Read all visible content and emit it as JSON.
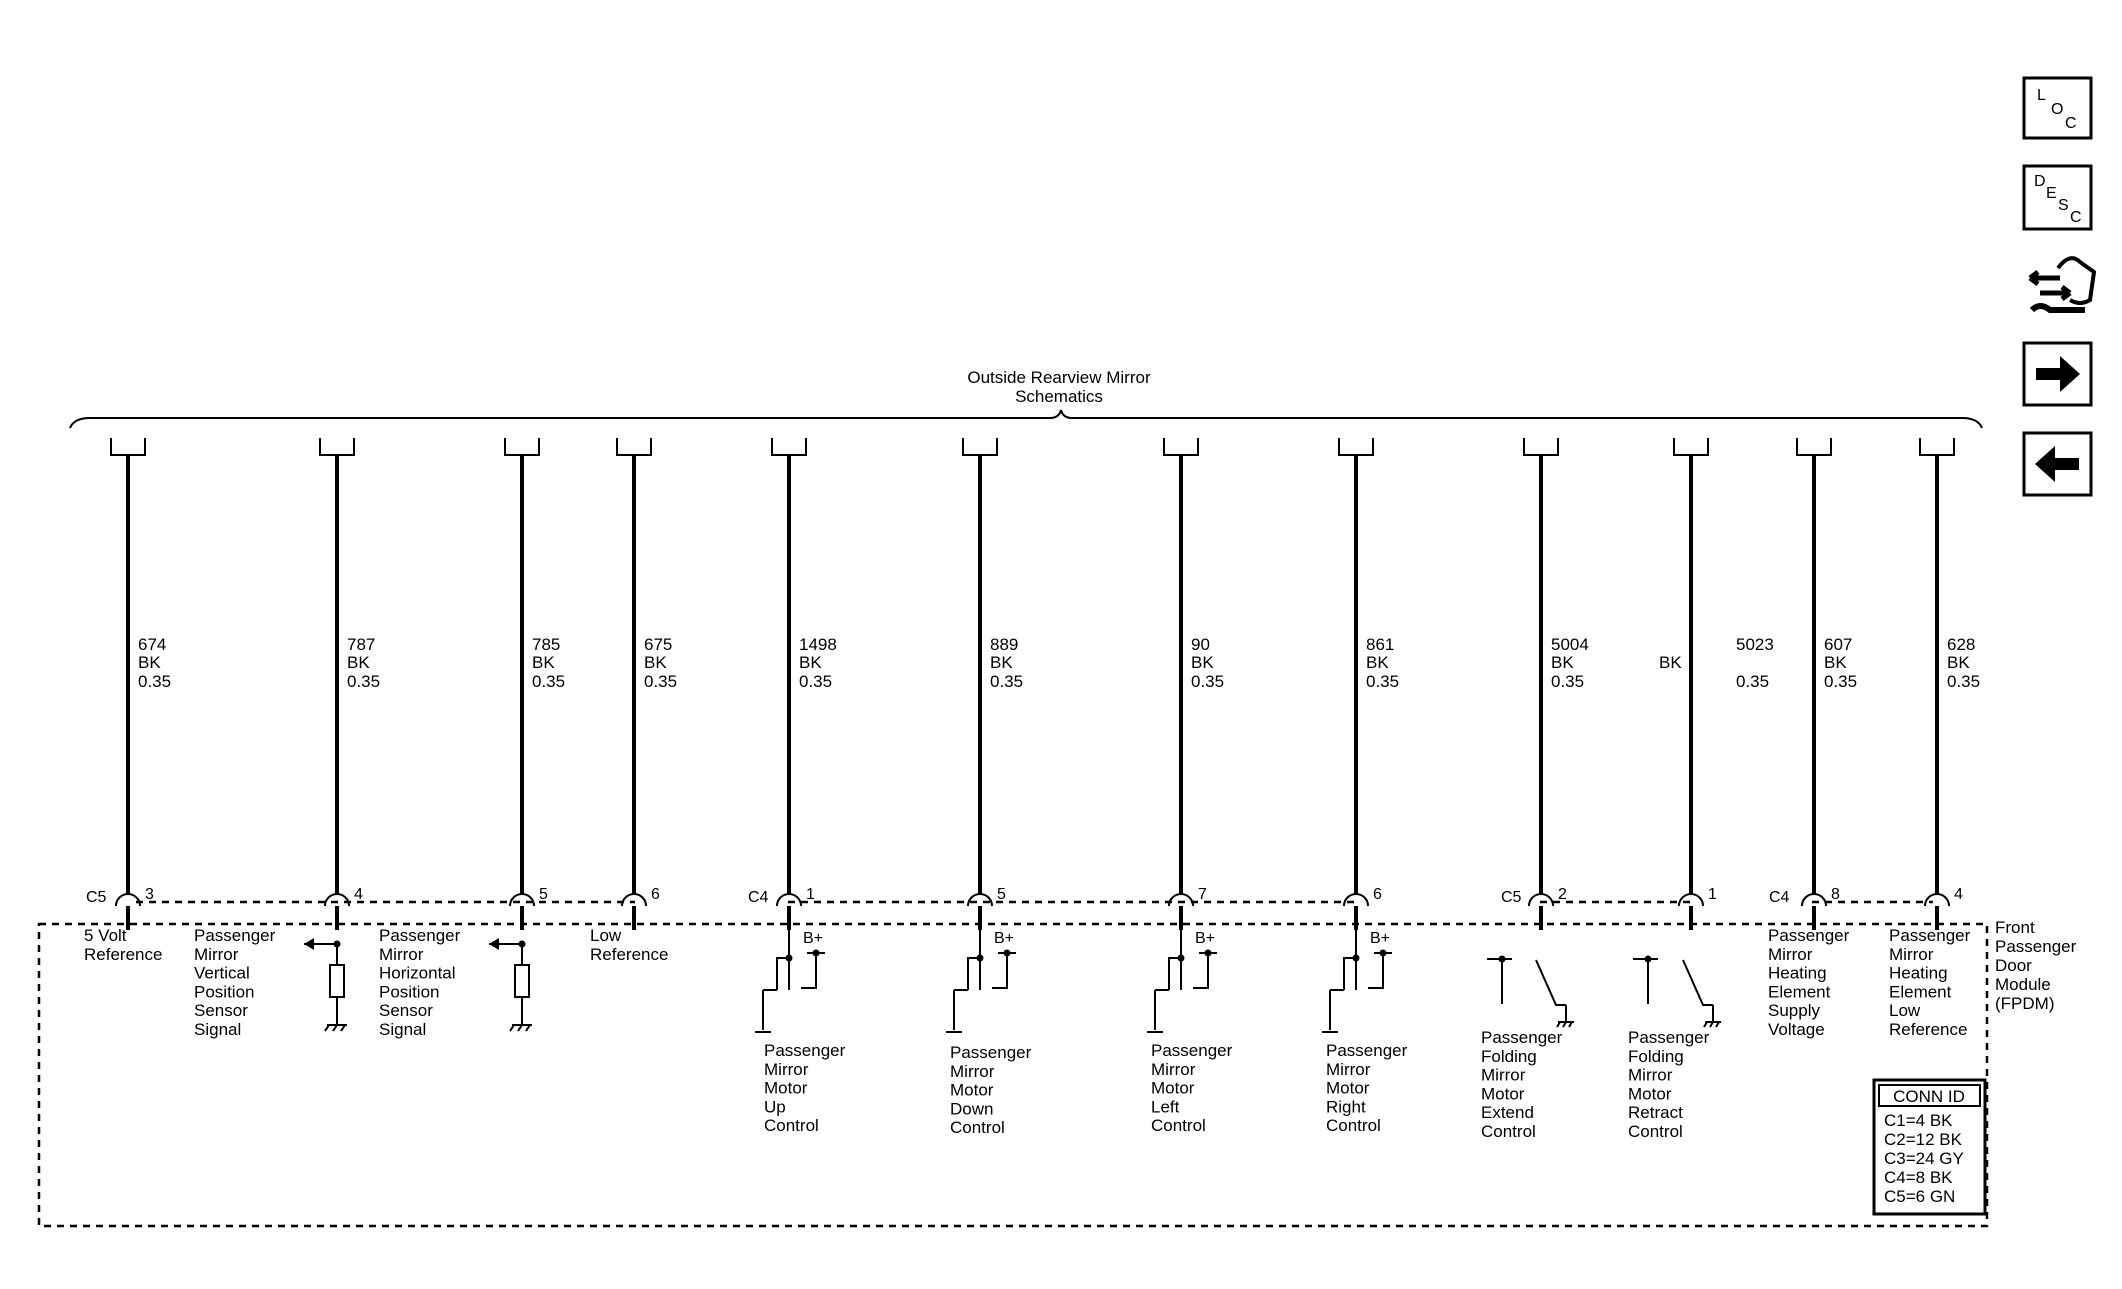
{
  "header": {
    "title_line1": "Outside Rearview Mirror",
    "title_line2": "Schematics"
  },
  "nav": {
    "loc": [
      "L",
      "O",
      "C"
    ],
    "desc": [
      "D",
      "E",
      "S",
      "C"
    ]
  },
  "wires": [
    {
      "circuit": "674",
      "color": "BK",
      "size": "0.35",
      "pin": "3"
    },
    {
      "circuit": "787",
      "color": "BK",
      "size": "0.35",
      "pin": "4"
    },
    {
      "circuit": "785",
      "color": "BK",
      "size": "0.35",
      "pin": "5"
    },
    {
      "circuit": "675",
      "color": "BK",
      "size": "0.35",
      "pin": "6"
    },
    {
      "circuit": "1498",
      "color": "BK",
      "size": "0.35",
      "pin": "1"
    },
    {
      "circuit": "889",
      "color": "BK",
      "size": "0.35",
      "pin": "5"
    },
    {
      "circuit": "90",
      "color": "BK",
      "size": "0.35",
      "pin": "7"
    },
    {
      "circuit": "861",
      "color": "BK",
      "size": "0.35",
      "pin": "6"
    },
    {
      "circuit": "5004",
      "color": "BK",
      "size": "0.35",
      "pin": "2"
    },
    {
      "circuit": "5023",
      "color": "BK",
      "size": "0.35",
      "pin": "1"
    },
    {
      "circuit": "607",
      "color": "BK",
      "size": "0.35",
      "pin": "8"
    },
    {
      "circuit": "628",
      "color": "BK",
      "size": "0.35",
      "pin": "4"
    }
  ],
  "connectors": {
    "first": "C5",
    "second": "C4",
    "third": "C5",
    "fourth": "C4"
  },
  "bplus": "B+",
  "module": {
    "lines": [
      "Front",
      "Passenger",
      "Door",
      "Module",
      "(FPDM)"
    ]
  },
  "functions": {
    "f0": [
      "5 Volt",
      "Reference"
    ],
    "f1": [
      "Passenger",
      "Mirror",
      "Vertical",
      "Position",
      "Sensor",
      "Signal"
    ],
    "f2": [
      "Passenger",
      "Mirror",
      "Horizontal",
      "Position",
      "Sensor",
      "Signal"
    ],
    "f3": [
      "Low",
      "Reference"
    ],
    "f4": [
      "Passenger",
      "Mirror",
      "Motor",
      "Up",
      "Control"
    ],
    "f5": [
      "Passenger",
      "Mirror",
      "Motor",
      "Down",
      "Control"
    ],
    "f6": [
      "Passenger",
      "Mirror",
      "Motor",
      "Left",
      "Control"
    ],
    "f7": [
      "Passenger",
      "Mirror",
      "Motor",
      "Right",
      "Control"
    ],
    "f8": [
      "Passenger",
      "Folding",
      "Mirror",
      "Motor",
      "Extend",
      "Control"
    ],
    "f9": [
      "Passenger",
      "Folding",
      "Mirror",
      "Motor",
      "Retract",
      "Control"
    ],
    "f10": [
      "Passenger",
      "Mirror",
      "Heating",
      "Element",
      "Supply",
      "Voltage"
    ],
    "f11": [
      "Passenger",
      "Mirror",
      "Heating",
      "Element",
      "Low",
      "Reference"
    ]
  },
  "conn_id": {
    "title": "CONN ID",
    "rows": [
      "C1=4 BK",
      "C2=12 BK",
      "C3=24 GY",
      "C4=8 BK",
      "C5=6 GN"
    ]
  }
}
